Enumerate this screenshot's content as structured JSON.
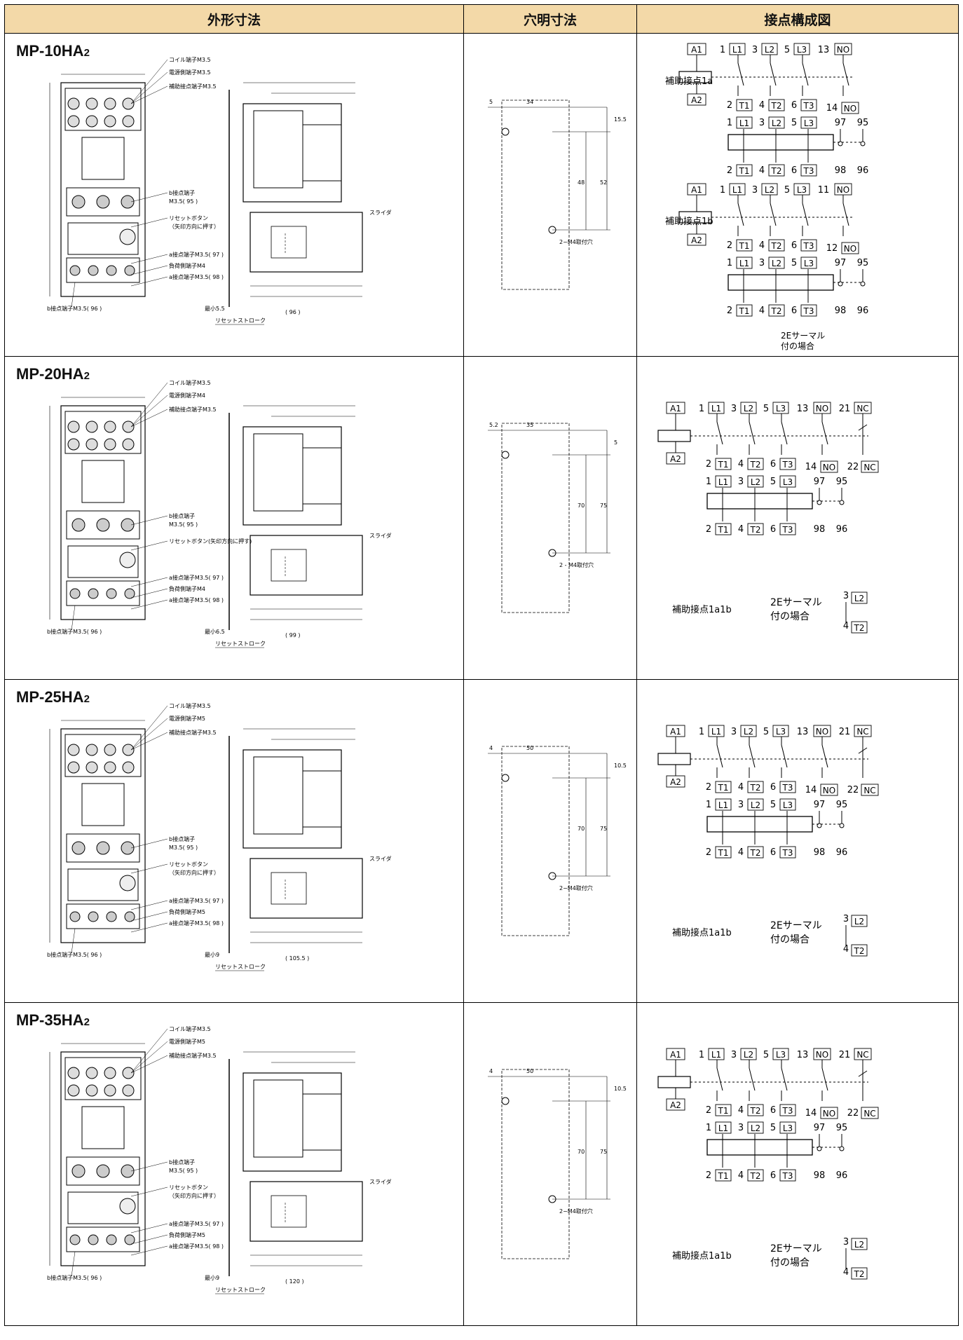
{
  "headers": {
    "outline": "外形寸法",
    "hole": "穴明寸法",
    "contact": "接点構成図"
  },
  "rows": [
    {
      "model": "MP-10HA",
      "model_sub": "2",
      "labels": {
        "coil": "コイル端子M3.5",
        "supply": "電源側端子M3.5",
        "aux": "補助接点端子M3.5",
        "b_contact": "b接点端子",
        "b_contact2": "M3.5( 95 )",
        "reset": "リセットボタン",
        "reset2": "（矢印方向に押す）",
        "a97": "a接点端子M3.5( 97 )",
        "load": "負荷側端子M4",
        "a98": "a接点端子M3.5( 98 )",
        "b96": "b接点端子M3.5( 96 )",
        "slider": "スライダ",
        "min": "最小5.5",
        "stroke": "リセットストローク",
        "dim_total": "( 96 )"
      },
      "hole": {
        "d1": "5",
        "d2": "34",
        "d3": "15.5",
        "d4": "48",
        "d5": "52",
        "mount": "2−M4取付穴"
      }
    },
    {
      "model": "MP-20HA",
      "model_sub": "2",
      "labels": {
        "coil": "コイル端子M3.5",
        "supply": "電源側端子M4",
        "aux": "補助接点端子M3.5",
        "b_contact": "b接点端子",
        "b_contact2": "M3.5( 95 )",
        "reset": "リセットボタン(矢印方向に押す)",
        "reset2": "",
        "a97": "a接点端子M3.5( 97 )",
        "load": "負荷側端子M4",
        "a98": "a接点端子M3.5( 98 )",
        "b96": "b接点端子M3.5( 96 )",
        "slider": "スライダ",
        "min": "最小6.5",
        "stroke": "リセットストローク",
        "dim_total": "( 99 )"
      },
      "hole": {
        "d1": "5.2",
        "d2": "35",
        "d3": "5",
        "d4": "70",
        "d5": "75",
        "mount": "2 - M4取付穴"
      }
    },
    {
      "model": "MP-25HA",
      "model_sub": "2",
      "labels": {
        "coil": "コイル端子M3.5",
        "supply": "電源側端子M5",
        "aux": "補助接点端子M3.5",
        "b_contact": "b接点端子",
        "b_contact2": "M3.5( 95 )",
        "reset": "リセットボタン",
        "reset2": "（矢印方向に押す）",
        "a97": "a接点端子M3.5( 97 )",
        "load": "負荷側端子M5",
        "a98": "a接点端子M3.5( 98 )",
        "b96": "b接点端子M3.5( 96 )",
        "slider": "スライダ",
        "min": "最小9",
        "stroke": "リセットストローク",
        "dim_total": "( 105.5 )"
      },
      "hole": {
        "d1": "4",
        "d2": "50",
        "d3": "10.5",
        "d4": "70",
        "d5": "75",
        "mount": "2−M4取付穴"
      }
    },
    {
      "model": "MP-35HA",
      "model_sub": "2",
      "labels": {
        "coil": "コイル端子M3.5",
        "supply": "電源側端子M5",
        "aux": "補助接点端子M3.5",
        "b_contact": "b接点端子",
        "b_contact2": "M3.5( 95 )",
        "reset": "リセットボタン",
        "reset2": "（矢印方向に押す）",
        "a97": "a接点端子M3.5( 97 )",
        "load": "負荷側端子M5",
        "a98": "a接点端子M3.5( 98 )",
        "b96": "b接点端子M3.5( 96 )",
        "slider": "スライダ",
        "min": "最小9",
        "stroke": "リセットストローク",
        "dim_total": "( 120 )"
      },
      "hole": {
        "d1": "4",
        "d2": "50",
        "d3": "10.5",
        "d4": "70",
        "d5": "75",
        "mount": "2−M4取付穴"
      }
    }
  ],
  "contact": {
    "A1": "A1",
    "A2": "A2",
    "L1": "L1",
    "L2": "L2",
    "L3": "L3",
    "T1": "T1",
    "T2": "T2",
    "T3": "T3",
    "NO": "NO",
    "NC": "NC",
    "n1": "1",
    "n2": "2",
    "n3": "3",
    "n4": "4",
    "n5": "5",
    "n6": "6",
    "n13": "13",
    "n14": "14",
    "n11": "11",
    "n12": "12",
    "n21": "21",
    "n22": "22",
    "n95": "95",
    "n96": "96",
    "n97": "97",
    "n98": "98",
    "aux1a": "補助接点1a",
    "aux1b": "補助接点1b",
    "aux1a1b": "補助接点1a1b",
    "thermal1": "2Eサーマル",
    "thermal2": "付の場合"
  }
}
